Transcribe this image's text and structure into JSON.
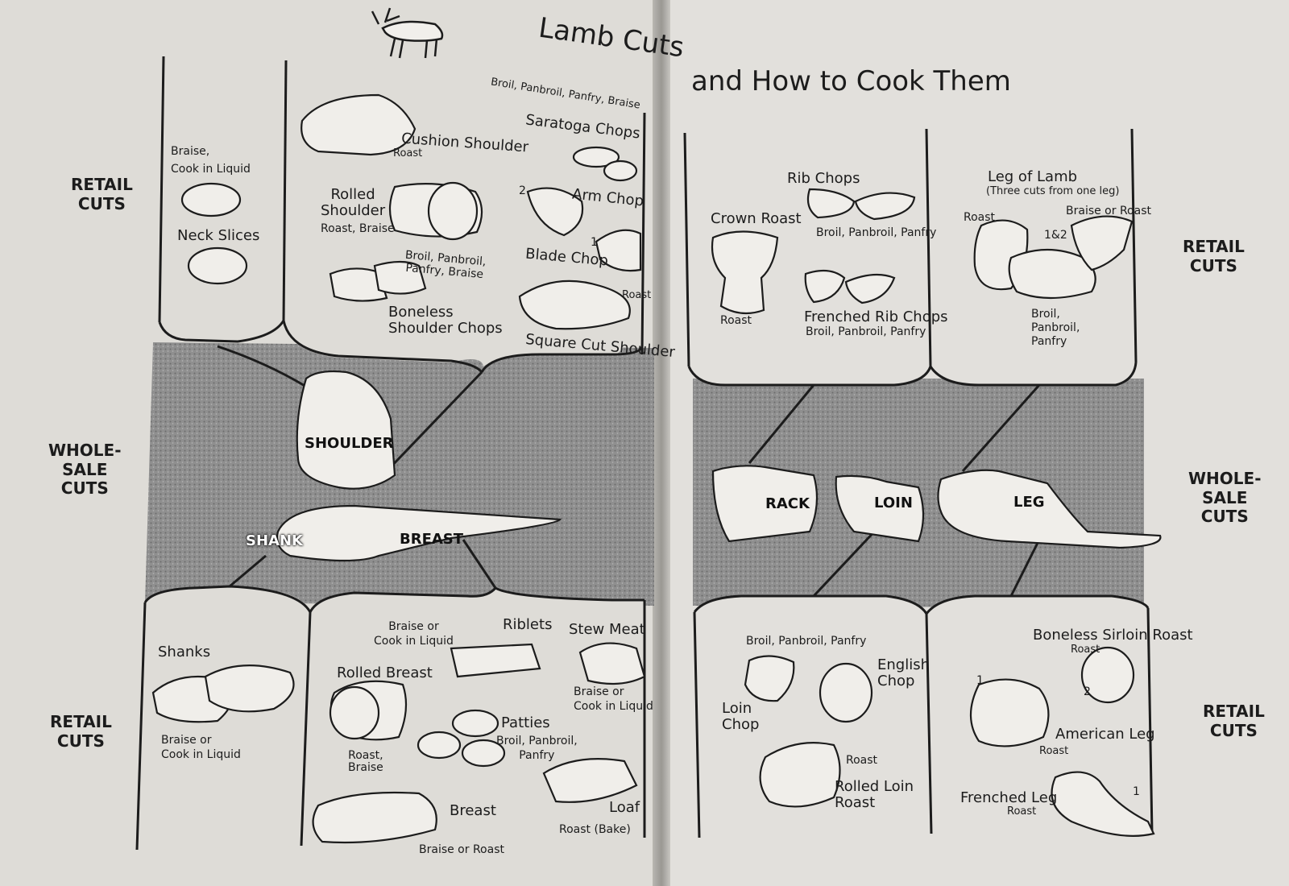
{
  "titles": {
    "left": "Lamb Cuts",
    "right": "and How to Cook Them"
  },
  "section_labels": {
    "retail_cuts": "RETAIL\nCUTS",
    "wholesale_cuts": "WHOLE-\nSALE\nCUTS"
  },
  "wholesale": {
    "shoulder": "SHOULDER",
    "shank": "SHANK",
    "breast": "BREAST",
    "rack": "RACK",
    "loin": "LOIN",
    "leg": "LEG"
  },
  "top_left_panel": {
    "neck_method": "Braise,\nCook in Liquid",
    "neck_slices": "Neck Slices"
  },
  "top_shoulder_panel": {
    "header_methods": "Broil, Panbroil, Panfry, Braise",
    "cushion_shoulder": "Cushion Shoulder",
    "cushion_method": "Roast",
    "saratoga_chops": "Saratoga Chops",
    "rolled_shoulder": "Rolled\nShoulder",
    "rolled_shoulder_method": "Roast, Braise",
    "arm_chop": "Arm Chop",
    "arm_chop_num": "2",
    "blade_chop": "Blade Chop",
    "blade_chop_num": "1",
    "boneless_method": "Broil, Panbroil,\nPanfry, Braise",
    "boneless_shoulder_chops": "Boneless\nShoulder Chops",
    "square_cut_method": "Roast",
    "square_cut_shoulder": "Square Cut Shoulder"
  },
  "top_rack_panel": {
    "rib_chops": "Rib Chops",
    "crown_roast": "Crown Roast",
    "rib_chops_method": "Broil, Panbroil, Panfry",
    "crown_method": "Roast",
    "frenched_rib_chops": "Frenched Rib Chops",
    "frenched_method": "Broil, Panbroil, Panfry"
  },
  "top_leg_panel": {
    "leg_of_lamb": "Leg of Lamb",
    "leg_note": "(Three cuts from one leg)",
    "roast": "Roast",
    "braise_or_roast": "Braise or Roast",
    "numbers": "1&2",
    "leg_methods": "Broil,\nPanbroil,\nPanfry"
  },
  "bottom_shank_panel": {
    "shanks": "Shanks",
    "shanks_method": "Braise or\nCook in Liquid"
  },
  "bottom_breast_panel": {
    "riblets_method": "Braise or\nCook in Liquid",
    "riblets": "Riblets",
    "stew_meat": "Stew Meat",
    "stew_method": "Braise or\nCook in Liquid",
    "rolled_breast": "Rolled Breast",
    "rolled_breast_method": "Roast,\nBraise",
    "patties": "Patties",
    "patties_method": "Broil, Panbroil,\nPanfry",
    "breast": "Breast",
    "breast_method": "Braise or Roast",
    "loaf": "Loaf",
    "loaf_method": "Roast (Bake)"
  },
  "bottom_loin_panel": {
    "loin_method": "Broil, Panbroil, Panfry",
    "english_chop": "English\nChop",
    "loin_chop": "Loin\nChop",
    "rolled_loin_method": "Roast",
    "rolled_loin_roast": "Rolled Loin\nRoast"
  },
  "bottom_leg_panel": {
    "boneless_sirloin_roast": "Boneless Sirloin Roast",
    "sirloin_method": "Roast",
    "num1": "1",
    "num2": "2",
    "american_leg": "American Leg",
    "american_method": "Roast",
    "frenched_leg": "Frenched Leg",
    "frenched_method": "Roast",
    "frenched_num": "1"
  },
  "colors": {
    "paper": "#e2e0dc",
    "ink": "#1c1c1c",
    "band": "#8d8d8d",
    "fold": "#9a9893"
  }
}
